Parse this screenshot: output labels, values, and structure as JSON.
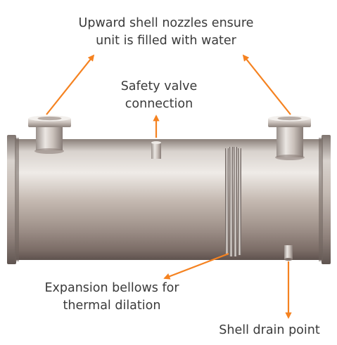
{
  "labels": {
    "nozzles": {
      "line1": "Upward shell nozzles ensure",
      "line2": "unit is filled with water"
    },
    "safety_valve": {
      "line1": "Safety valve",
      "line2": "connection"
    },
    "bellows": {
      "line1": "Expansion bellows for",
      "line2": "thermal dilation"
    },
    "drain": {
      "line1": "Shell drain point"
    }
  },
  "colors": {
    "arrow": "#f58220",
    "text": "#3a3a3a",
    "metal_light": "#e3ddd7",
    "metal_mid": "#b3a79f",
    "metal_dark": "#6f615c"
  }
}
